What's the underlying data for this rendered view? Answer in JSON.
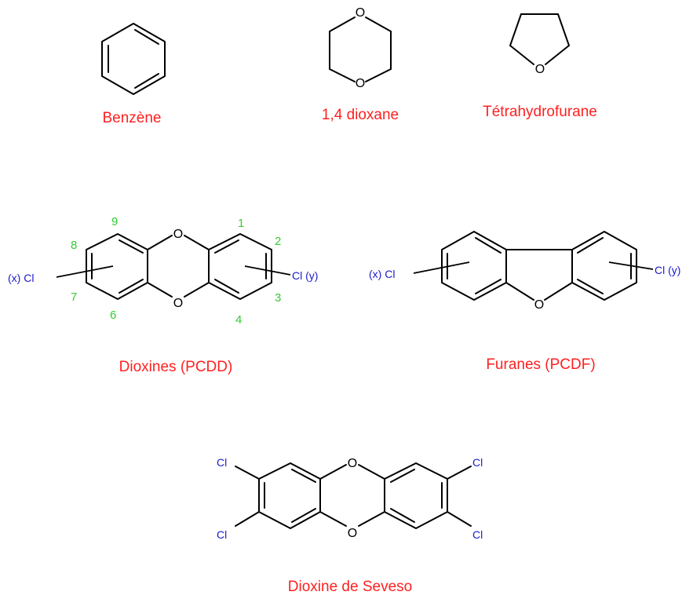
{
  "colors": {
    "caption": "#ff2020",
    "position_number": "#33cc33",
    "substituent": "#1a1acc",
    "bond": "#000000",
    "background": "#ffffff"
  },
  "atoms": {
    "oxygen": "O",
    "chlorine": "Cl"
  },
  "substituents": {
    "x": "(x) Cl",
    "y": "Cl (y)"
  },
  "captions": {
    "benzene": "Benzène",
    "dioxane": "1,4 dioxane",
    "thf": "Tétrahydrofurane",
    "dioxins": "Dioxines (PCDD)",
    "furans": "Furanes (PCDF)",
    "seveso": "Dioxine de Seveso"
  },
  "dioxin_positions": {
    "p1": "1",
    "p2": "2",
    "p3": "3",
    "p4": "4",
    "p6": "6",
    "p7": "7",
    "p8": "8",
    "p9": "9"
  }
}
